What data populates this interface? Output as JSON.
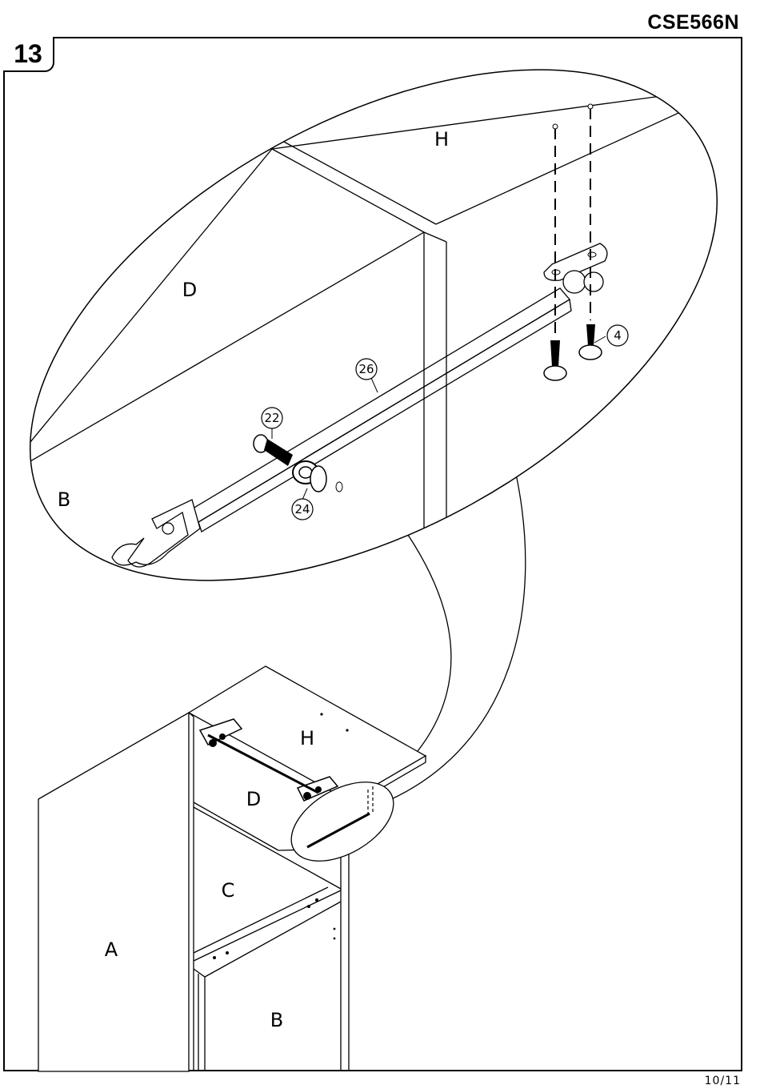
{
  "header": {
    "model_code": "CSE566N"
  },
  "step": {
    "number": "13"
  },
  "footer": {
    "page_number": "10/11"
  },
  "detail_view": {
    "panel_labels": {
      "top": "H",
      "side": "D",
      "bottom": "B"
    },
    "callouts": {
      "screw_top": "4",
      "rod": "26",
      "bolt": "22",
      "washer": "24"
    }
  },
  "cabinet_view": {
    "panel_labels": {
      "top": "H",
      "upper": "D",
      "middle": "C",
      "side": "A",
      "lower": "B"
    }
  }
}
